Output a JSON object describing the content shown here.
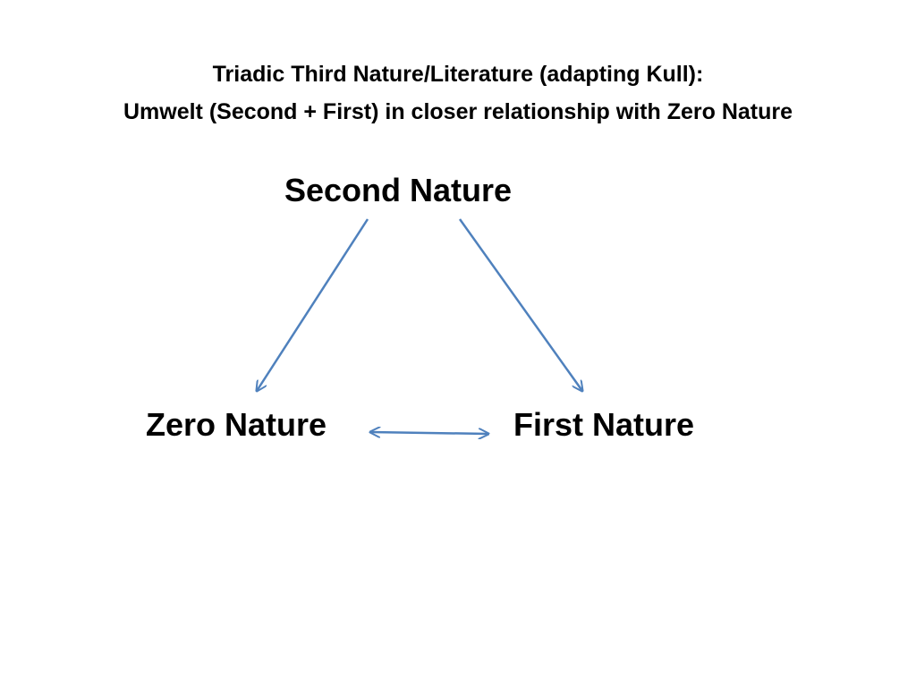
{
  "slide": {
    "title_line1": "Triadic Third Nature/Literature (adapting Kull):",
    "title_line2": "Umwelt (Second + First) in closer relationship with Zero Nature"
  },
  "diagram": {
    "nodes": {
      "second": "Second Nature",
      "zero": "Zero Nature",
      "first": "First Nature"
    },
    "edges": [
      {
        "from": "second",
        "to": "zero",
        "direction": "forward"
      },
      {
        "from": "second",
        "to": "first",
        "direction": "forward"
      },
      {
        "from": "zero",
        "to": "first",
        "direction": "both"
      }
    ],
    "arrow_color": "#4f81bd"
  }
}
